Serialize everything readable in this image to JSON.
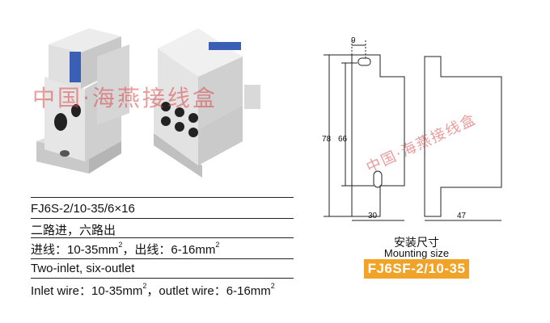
{
  "watermark_left": "中国·海燕接线盒",
  "watermark_right": "中国·海燕接线盒",
  "spec": {
    "model": "FJ6S-2/10-35/6×16",
    "cn_ports": "二路进，六路出",
    "cn_wire_prefix": "进线：10-35mm",
    "cn_wire_mid": "，出线：6-16mm",
    "en_ports": "Two-inlet, six-outlet",
    "en_wire_prefix": "Inlet wire：10-35mm",
    "en_wire_mid": "，outlet wire：6-16mm",
    "sup2": "2"
  },
  "mounting": {
    "title_cn": "安装尺寸",
    "title_en": "Mounting size",
    "model": "FJ6SF-2/10-35"
  },
  "dimensions": {
    "width_top": "9",
    "height_total": "78",
    "height_inner": "66",
    "width_front": "30",
    "width_side": "47"
  },
  "colors": {
    "watermark_red": "#d94a4a",
    "badge": "#f0a326"
  }
}
